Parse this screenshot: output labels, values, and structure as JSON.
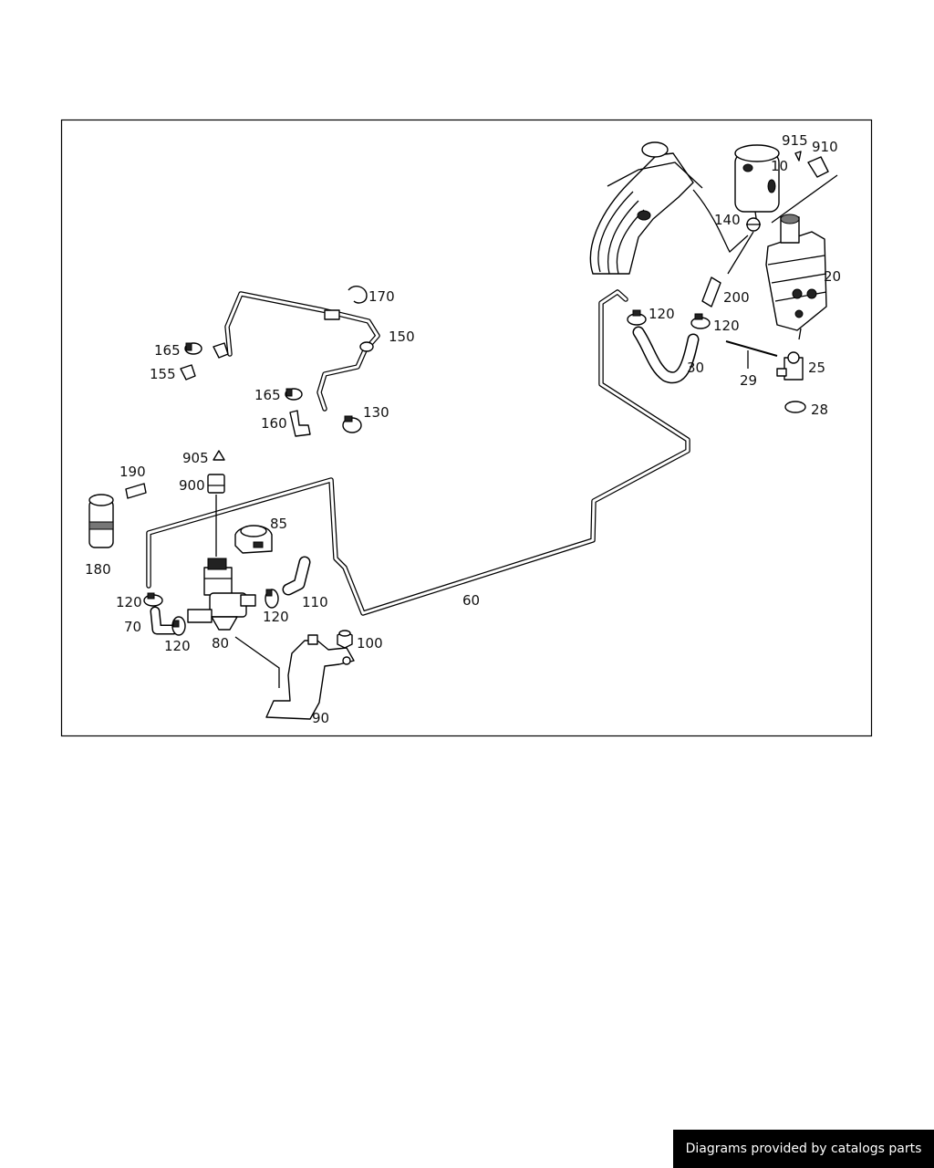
{
  "diagram": {
    "labels": {
      "p10": "10",
      "p20": "20",
      "p25": "25",
      "p28": "28",
      "p29": "29",
      "p30": "30",
      "p60": "60",
      "p70": "70",
      "p80": "80",
      "p85": "85",
      "p90": "90",
      "p100": "100",
      "p110": "110",
      "p120a": "120",
      "p120b": "120",
      "p120c": "120",
      "p120d": "120",
      "p120e": "120",
      "p130": "130",
      "p140": "140",
      "p150": "150",
      "p155": "155",
      "p160": "160",
      "p165a": "165",
      "p165b": "165",
      "p170": "170",
      "p180": "180",
      "p190": "190",
      "p200": "200",
      "p900": "900",
      "p905": "905",
      "p910": "910",
      "p915": "915"
    }
  },
  "footer": {
    "credit": "Diagrams provided by catalogs parts"
  }
}
